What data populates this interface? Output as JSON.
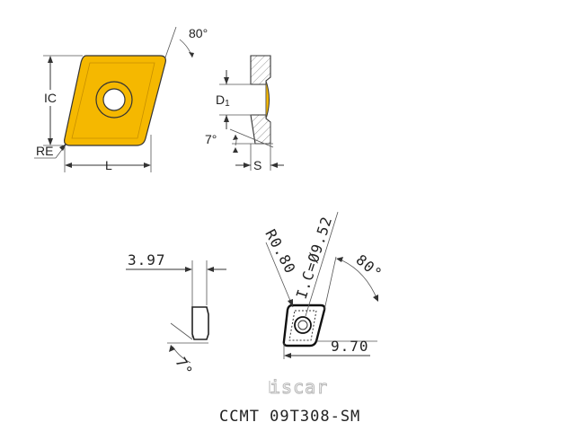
{
  "top_diagram": {
    "angle_label": "80°",
    "ic_label": "IC",
    "re_label": "RE",
    "l_label": "L",
    "d1_label_main": "D",
    "d1_label_sub": "1",
    "relief_angle_label": "7°",
    "s_label": "S"
  },
  "bottom_diagram": {
    "thickness_value": "3.97",
    "relief_angle_value": "7°",
    "corner_radius_value": "R0.80",
    "ic_value": "I.C=Ø9.52",
    "angle_value": "80°",
    "length_value": "9.70",
    "logo_text": "iscar",
    "part_code": "CCMT 09T308-SM"
  },
  "colors": {
    "insert_fill": "#f5b800",
    "line": "#333333",
    "hatch": "#666666",
    "logo": "#bbbbbb"
  }
}
